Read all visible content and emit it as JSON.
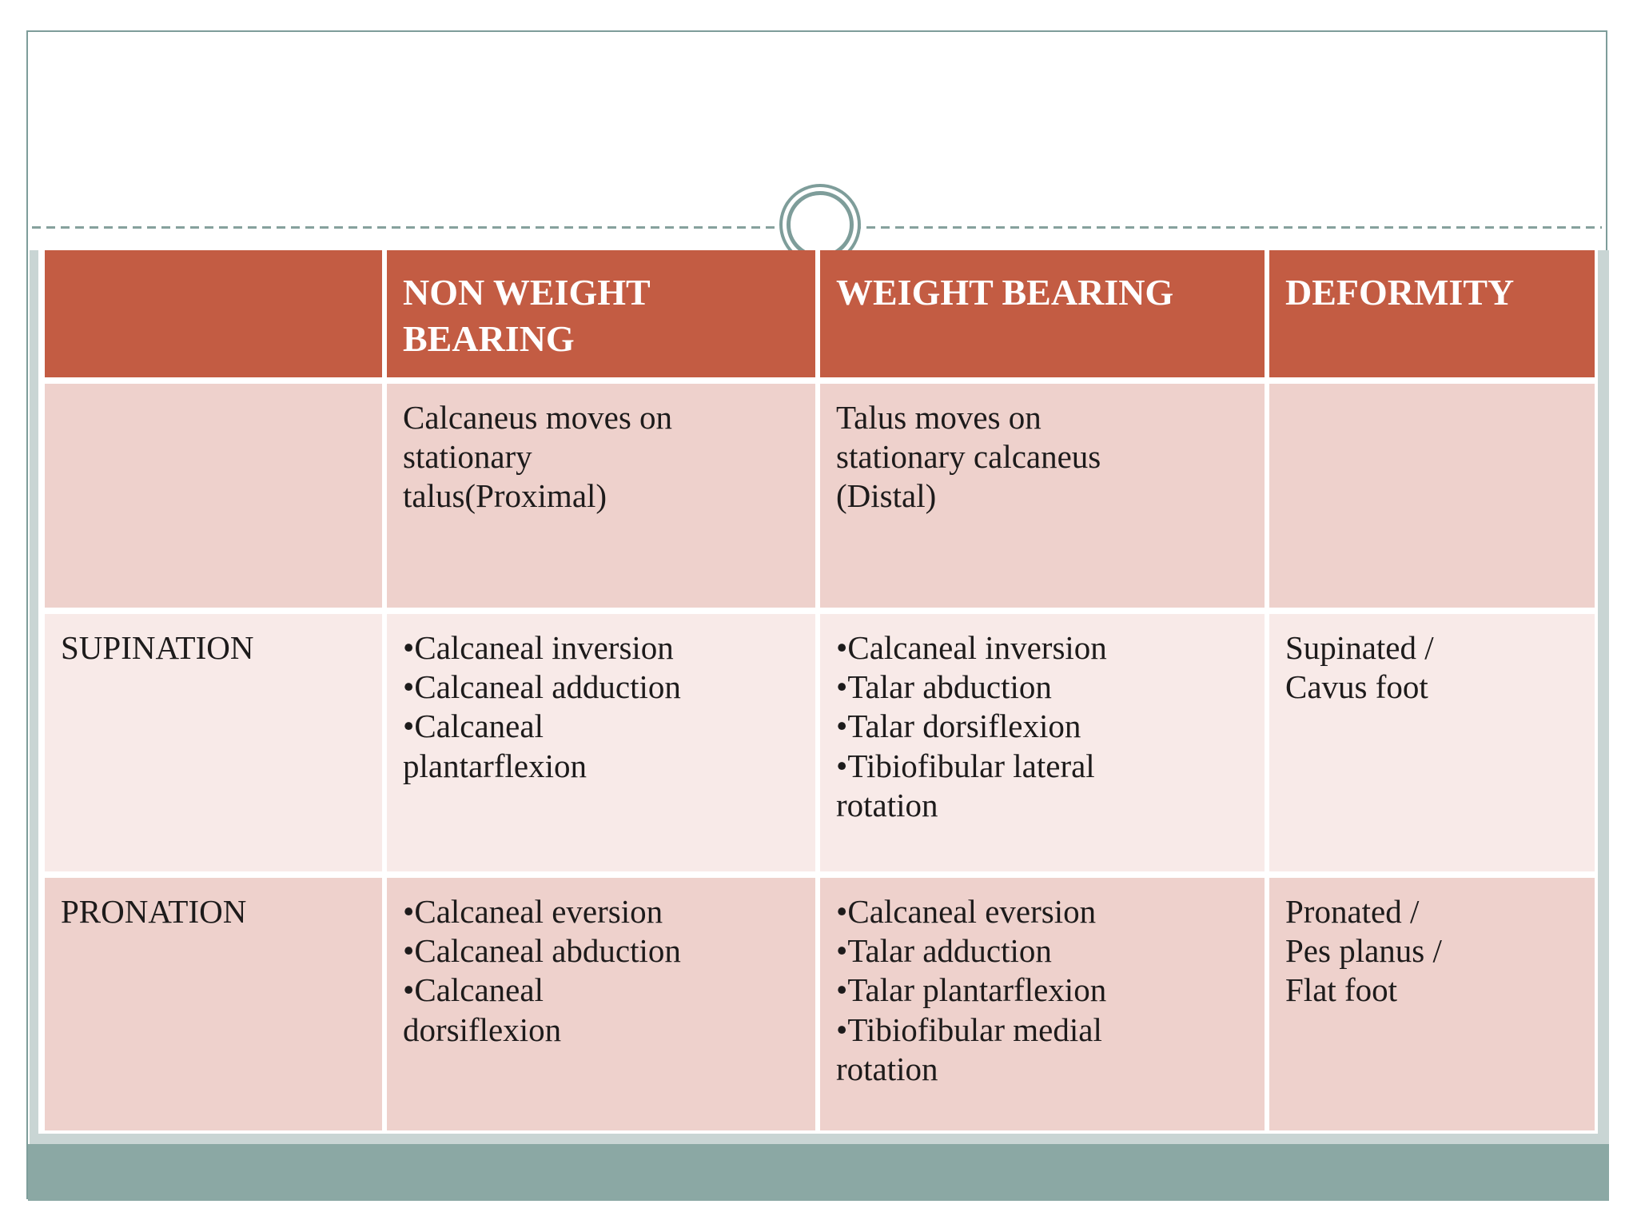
{
  "theme": {
    "header_bg": "#c35c43",
    "header_text": "#ffffff",
    "row_dark_bg": "#eed1cc",
    "row_light_bg": "#f8eae8",
    "gray_strip": "#c9d5d4",
    "teal_band": "#8ba8a4",
    "frame_border": "#7e9d9a",
    "dashed_line": "#86a19d",
    "body_text": "#1d1b1b"
  },
  "decor": {
    "circle_ornament": "double-ring-circle",
    "divider_style": "dashed-line"
  },
  "table": {
    "columns": [
      "",
      "NON WEIGHT\nBEARING",
      "WEIGHT BEARING",
      "DEFORMITY"
    ],
    "rows": [
      {
        "cells": [
          "",
          "Calcaneus moves on\nstationary\ntalus(Proximal)",
          "Talus moves on\nstationary calcaneus\n(Distal)",
          ""
        ]
      },
      {
        "cells": [
          "SUPINATION",
          "•Calcaneal inversion\n•Calcaneal adduction\n•Calcaneal\nplantarflexion",
          "•Calcaneal inversion\n•Talar abduction\n•Talar dorsiflexion\n•Tibiofibular lateral\nrotation",
          "Supinated /\nCavus foot"
        ]
      },
      {
        "cells": [
          "PRONATION",
          "•Calcaneal eversion\n•Calcaneal abduction\n•Calcaneal\ndorsiflexion",
          "•Calcaneal eversion\n•Talar adduction\n•Talar plantarflexion\n•Tibiofibular medial\nrotation",
          "Pronated /\nPes planus /\nFlat foot"
        ]
      }
    ]
  }
}
